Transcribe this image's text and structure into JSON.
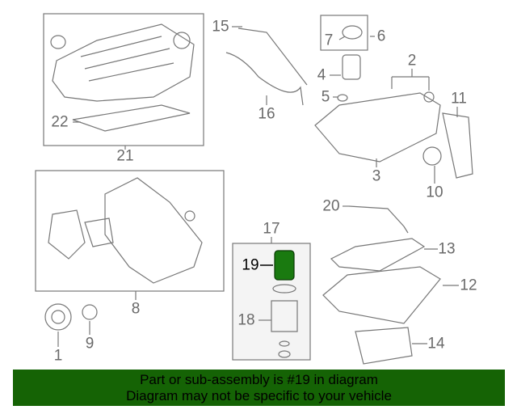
{
  "diagram": {
    "callouts": {
      "c1": "1",
      "c2": "2",
      "c3": "3",
      "c4": "4",
      "c5": "5",
      "c6": "6",
      "c7": "7",
      "c8": "8",
      "c9": "9",
      "c10": "10",
      "c11": "11",
      "c12": "12",
      "c13": "13",
      "c14": "14",
      "c15": "15",
      "c16": "16",
      "c17": "17",
      "c18": "18",
      "c19": "19",
      "c20": "20",
      "c21": "21",
      "c22": "22"
    },
    "highlighted_part": "19",
    "highlight_color": "#1a7a10"
  },
  "banner": {
    "line1": "Part or sub-assembly is #19 in diagram",
    "line2": "Diagram may not be specific to your vehicle",
    "background": "#156305"
  }
}
